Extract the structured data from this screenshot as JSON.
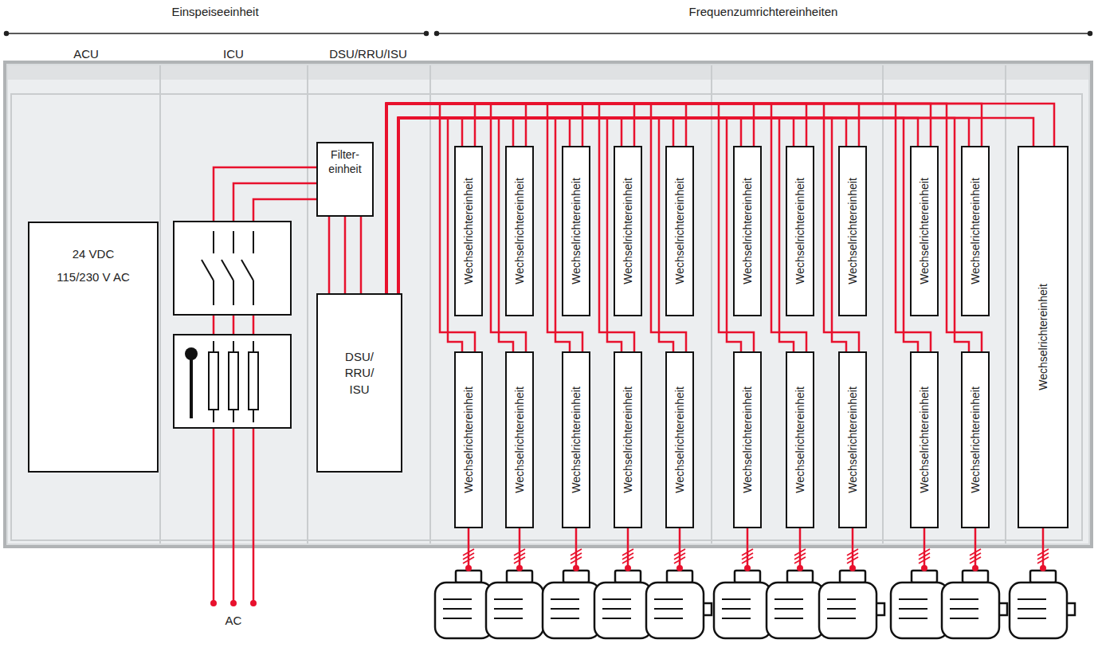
{
  "diagram": {
    "nodes": [
      {
        "text": [
          "24 VDC",
          "115/230 V AC"
        ]
      },
      {
        "text": [
          "Filter- einheit"
        ]
      },
      {
        "text": [
          "DSU/ RRU/ ISU"
        ]
      },
      {
        "text": [
          "Wechselrichtereinheit"
        ]
      },
      {
        "text": [
          "Wechselrichtereinheit"
        ]
      },
      {
        "text": [
          "Wechselrichtereinheit"
        ]
      },
      {
        "text": [
          "Wechselrichtereinheit"
        ]
      },
      {
        "text": [
          "Wechselrichtereinheit"
        ]
      },
      {
        "text": [
          "Wechselrichtereinheit"
        ]
      },
      {
        "text": [
          "Wechselrichtereinheit"
        ]
      },
      {
        "text": [
          "Wechselrichtereinheit"
        ]
      },
      {
        "text": [
          "Wechselrichtereinheit"
        ]
      },
      {
        "text": [
          "Wechselrichtereinheit"
        ]
      },
      {
        "text": [
          "Wechselrichtereinheit"
        ]
      },
      {
        "text": [
          "Wechselrichtereinheit"
        ]
      },
      {
        "text": [
          "Wechselrichtereinheit"
        ]
      },
      {
        "text": [
          "Wechselrichtereinheit"
        ]
      },
      {
        "text": [
          "Wechselrichtereinheit"
        ]
      },
      {
        "text": [
          "Wechselrichtereinheit"
        ]
      },
      {
        "text": [
          "Wechselrichtereinheit"
        ]
      },
      {
        "text": [
          "Wechselrichtereinheit"
        ]
      },
      {
        "text": [
          "Wechselrichtereinheit"
        ]
      },
      {
        "text": [
          "Wechselrichtereinheit"
        ]
      },
      {
        "text": [
          "Wechselrichtereinheit"
        ]
      }
    ],
    "edges": [
      {
        "from": 1,
        "to": 2,
        "arrow": "none"
      },
      {
        "from": 2,
        "to": 3,
        "arrow": "none"
      },
      {
        "from": 2,
        "to": 4,
        "arrow": "none"
      },
      {
        "from": 2,
        "to": 5,
        "arrow": "none"
      },
      {
        "from": 2,
        "to": 6,
        "arrow": "none"
      },
      {
        "from": 2,
        "to": 7,
        "arrow": "none"
      },
      {
        "from": 2,
        "to": 8,
        "arrow": "none"
      },
      {
        "from": 2,
        "to": 9,
        "arrow": "none"
      },
      {
        "from": 2,
        "to": 10,
        "arrow": "none"
      },
      {
        "from": 2,
        "to": 11,
        "arrow": "none"
      },
      {
        "from": 2,
        "to": 12,
        "arrow": "none"
      },
      {
        "from": 2,
        "to": 13,
        "arrow": "none"
      },
      {
        "from": 2,
        "to": 14,
        "arrow": "none"
      },
      {
        "from": 2,
        "to": 15,
        "arrow": "none"
      },
      {
        "from": 2,
        "to": 16,
        "arrow": "none"
      },
      {
        "from": 2,
        "to": 17,
        "arrow": "none"
      },
      {
        "from": 2,
        "to": 18,
        "arrow": "none"
      },
      {
        "from": 2,
        "to": 19,
        "arrow": "none"
      },
      {
        "from": 2,
        "to": 20,
        "arrow": "none"
      },
      {
        "from": 2,
        "to": 21,
        "arrow": "none"
      },
      {
        "from": 2,
        "to": 22,
        "arrow": "none"
      },
      {
        "from": 2,
        "to": 23,
        "arrow": "none"
      }
    ],
    "labels": [
      "Einspeiseeinheit",
      "Frequenzumrichtereinheiten",
      "ACU",
      "ICU",
      "DSU/RRU/ISU",
      "AC"
    ]
  }
}
